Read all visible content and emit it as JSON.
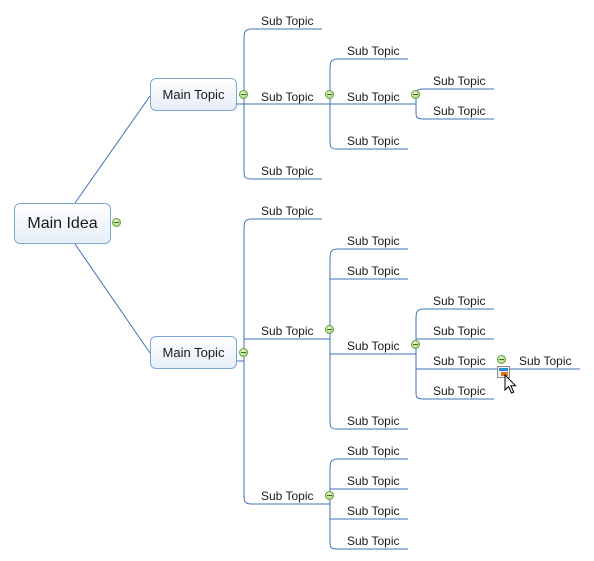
{
  "main_idea": {
    "label": "Main Idea"
  },
  "main_topics": [
    {
      "label": "Main Topic"
    },
    {
      "label": "Main Topic"
    }
  ],
  "sub_topics": [
    {
      "label": "Sub Topic"
    },
    {
      "label": "Sub Topic"
    },
    {
      "label": "Sub Topic"
    },
    {
      "label": "Sub Topic"
    },
    {
      "label": "Sub Topic"
    },
    {
      "label": "Sub Topic"
    },
    {
      "label": "Sub Topic"
    },
    {
      "label": "Sub Topic"
    },
    {
      "label": "Sub Topic"
    },
    {
      "label": "Sub Topic"
    },
    {
      "label": "Sub Topic"
    },
    {
      "label": "Sub Topic"
    },
    {
      "label": "Sub Topic"
    },
    {
      "label": "Sub Topic"
    },
    {
      "label": "Sub Topic"
    },
    {
      "label": "Sub Topic"
    },
    {
      "label": "Sub Topic"
    },
    {
      "label": "Sub Topic"
    },
    {
      "label": "Sub Topic"
    },
    {
      "label": "Sub Topic"
    },
    {
      "label": "Sub Topic"
    },
    {
      "label": "Sub Topic"
    },
    {
      "label": "Sub Topic"
    }
  ],
  "colors": {
    "connector": "#3d73b8",
    "node_border": "#7ea6d2",
    "toggle": "#6aa13b"
  },
  "icons": {
    "toggle": "collapse-minus-icon",
    "drag": "drag-topic-icon",
    "cursor": "mouse-pointer-icon"
  }
}
